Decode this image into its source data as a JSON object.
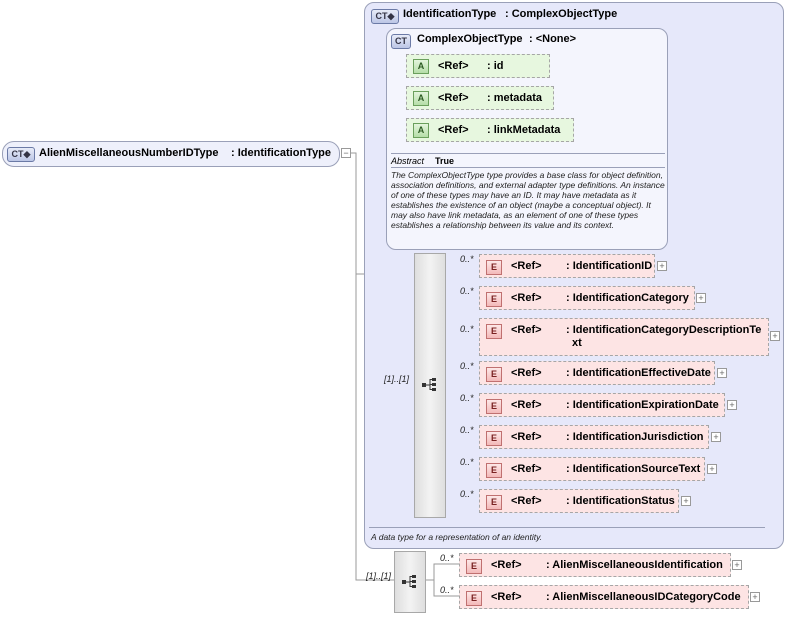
{
  "root": {
    "badge": "CT",
    "name": "AlienMiscellaneousNumberIDType",
    "type": ": IdentificationType"
  },
  "outer": {
    "badge": "CT",
    "name": "IdentificationType",
    "type": ": ComplexObjectType",
    "doc": "A data type for a representation of an identity."
  },
  "inner": {
    "badge": "CT",
    "name": "ComplexObjectType",
    "type": ": <None>",
    "abstract_label": "Abstract",
    "abstract_value": "True",
    "doc": "The ComplexObjectType type provides a base class for object definition, association definitions, and external adapter type definitions. An instance of one of these types may have an ID. It may have metadata as it establishes the existence of an object (maybe a conceptual object). It may also have link metadata, as an element of one of these types establishes a relationship between its value and its context."
  },
  "attributes": [
    {
      "badge": "A",
      "ref": "<Ref>",
      "name": ": id"
    },
    {
      "badge": "A",
      "ref": "<Ref>",
      "name": ": metadata"
    },
    {
      "badge": "A",
      "ref": "<Ref>",
      "name": ": linkMetadata"
    }
  ],
  "sequence1": {
    "occurrence": "[1]..[1]"
  },
  "elements1": [
    {
      "badge": "E",
      "occ": "0..*",
      "ref": "<Ref>",
      "name": ": IdentificationID"
    },
    {
      "badge": "E",
      "occ": "0..*",
      "ref": "<Ref>",
      "name": ": IdentificationCategory"
    },
    {
      "badge": "E",
      "occ": "0..*",
      "ref": "<Ref>",
      "name": ": IdentificationCategoryDescriptionTe",
      "name2": "xt"
    },
    {
      "badge": "E",
      "occ": "0..*",
      "ref": "<Ref>",
      "name": ": IdentificationEffectiveDate"
    },
    {
      "badge": "E",
      "occ": "0..*",
      "ref": "<Ref>",
      "name": ": IdentificationExpirationDate"
    },
    {
      "badge": "E",
      "occ": "0..*",
      "ref": "<Ref>",
      "name": ": IdentificationJurisdiction"
    },
    {
      "badge": "E",
      "occ": "0..*",
      "ref": "<Ref>",
      "name": ": IdentificationSourceText"
    },
    {
      "badge": "E",
      "occ": "0..*",
      "ref": "<Ref>",
      "name": ": IdentificationStatus"
    }
  ],
  "sequence2": {
    "occurrence": "[1]..[1]"
  },
  "elements2": [
    {
      "badge": "E",
      "occ": "0..*",
      "ref": "<Ref>",
      "name": ": AlienMiscellaneousIdentification"
    },
    {
      "badge": "E",
      "occ": "0..*",
      "ref": "<Ref>",
      "name": ": AlienMiscellaneousIDCategoryCode"
    }
  ],
  "colors": {
    "ct_fill": "#e6e8fa",
    "attr_fill": "#e7f7df",
    "elem_fill": "#fde4e4",
    "border": "#9aa0b8"
  }
}
